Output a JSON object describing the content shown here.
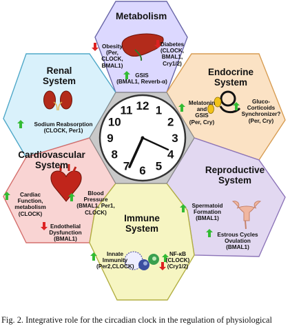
{
  "colors": {
    "metabolism": "#dcd8ff",
    "renal": "#d9f1fb",
    "endocrine": "#fbe2c4",
    "cardiovascular": "#f9d4d3",
    "reproductive": "#e2d8f1",
    "immune": "#f6f5c2",
    "center": "#c9c9c9",
    "up_arrow": "#33bb33",
    "down_arrow": "#dd2222"
  },
  "metabolism": {
    "title": "Metabolism",
    "obesity": [
      "Obesity",
      "(Per,",
      "CLOCK,",
      "BMAL1)"
    ],
    "diabetes": [
      "Diabetes",
      "(CLOCK,",
      "BMAL1,",
      "Cry1/2)"
    ],
    "gsis": [
      "GSIS",
      "(BMAL1, Reverb-α)"
    ]
  },
  "renal": {
    "title": [
      "Renal",
      "System"
    ],
    "reabsorption": [
      "Sodium Reabsorption",
      "(CLOCK, Per1)"
    ]
  },
  "endocrine": {
    "title": [
      "Endocrine",
      "System"
    ],
    "melatonin": [
      "Melatonin",
      "and",
      "GSIS",
      "(Per, Cry)"
    ],
    "gluco": [
      "Gluco-",
      "Corticoids",
      "Synchronizer?",
      "(Per, Cry)"
    ]
  },
  "cardiovascular": {
    "title": [
      "Cardiovascular",
      "System"
    ],
    "cardiac": [
      "Cardiac",
      "Function,",
      "metabolism",
      "(CLOCK)"
    ],
    "blood": [
      "Blood",
      "Pressure",
      "(BMAL1, Per1,",
      "CLOCK)"
    ],
    "endothelial": [
      "Endothelial",
      "Dysfunction",
      "(BMAL1)"
    ]
  },
  "reproductive": {
    "title": [
      "Reproductive",
      "System"
    ],
    "spermatoid": [
      "Spermatoid",
      "Formation",
      "(BMAL1)"
    ],
    "estrous": [
      "Estrous Cycles",
      "Ovulation",
      "(BMAL1)"
    ]
  },
  "immune": {
    "title": [
      "Immune",
      "System"
    ],
    "innate": [
      "Innate",
      "Immunity",
      "(Per2,CLOCK)"
    ],
    "nfkb": [
      "NF-κB",
      "(CLOCK)",
      "(Cry1/2)"
    ]
  },
  "clock": {
    "numbers": [
      "12",
      "1",
      "2",
      "3",
      "4",
      "5",
      "6",
      "7",
      "8",
      "9",
      "10",
      "11"
    ]
  },
  "caption": "Fig. 2. Integrative role for the circadian clock in the regulation of physiological"
}
